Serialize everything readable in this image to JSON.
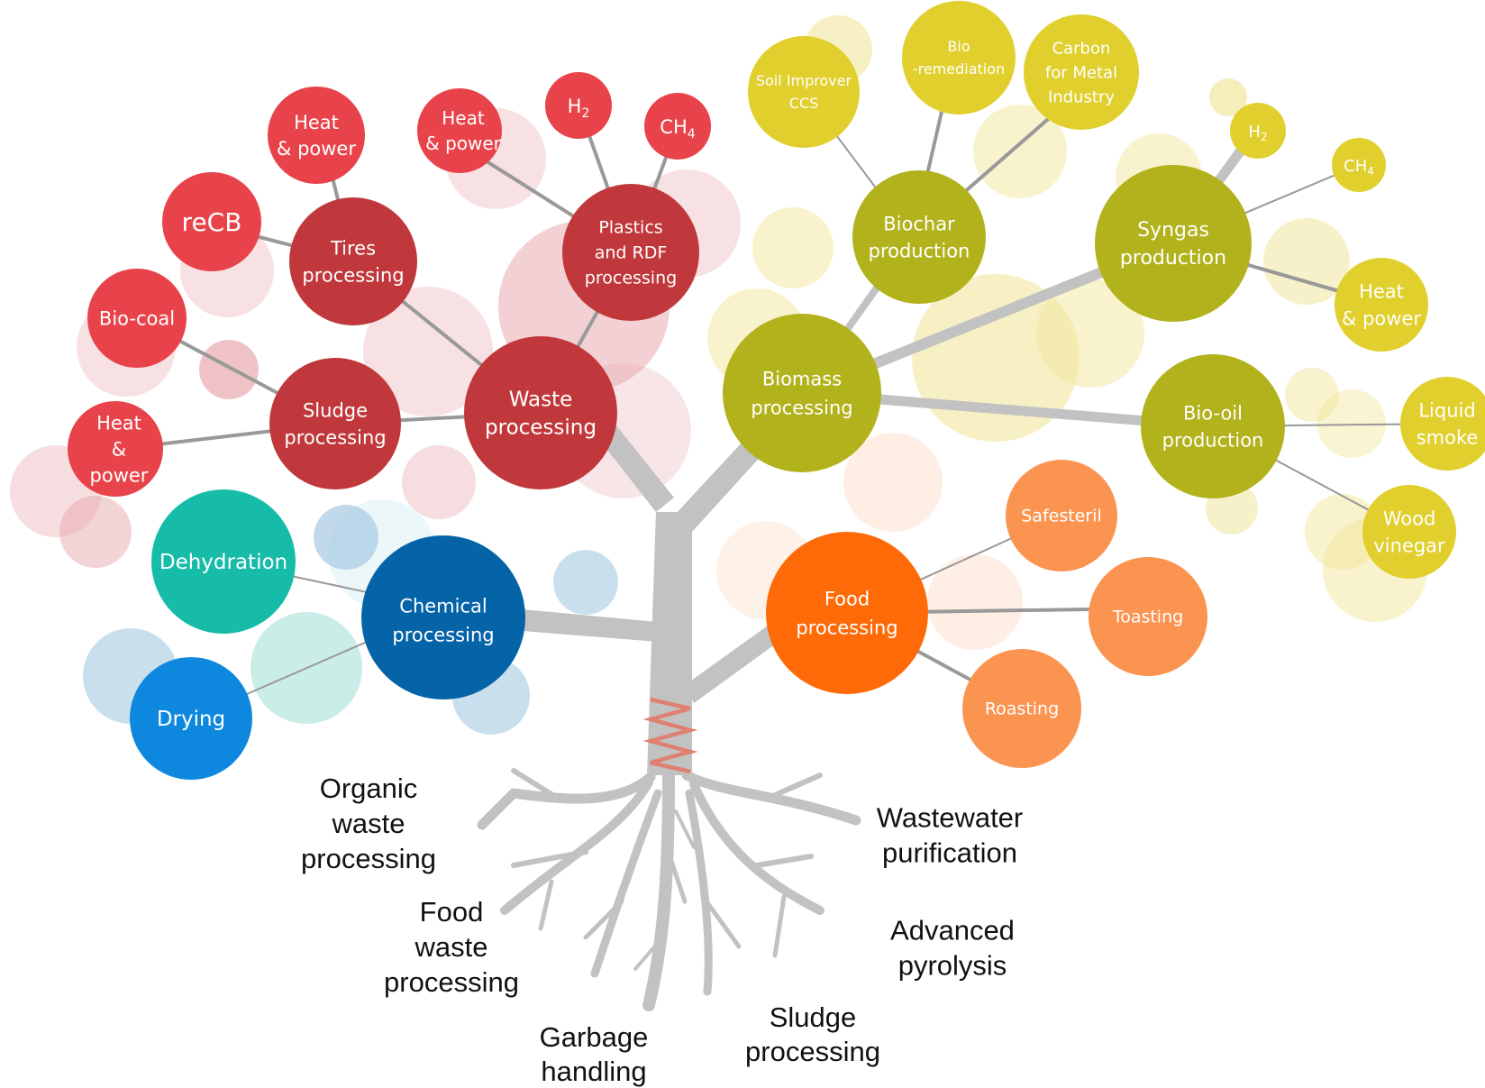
{
  "colors": {
    "trunk": "#c2c2c2",
    "branch": "#999999",
    "coil": "#e08070",
    "red_dark": "#c0383b",
    "red_light": "#e8434a",
    "red_ghost": "#e8a9ae",
    "olive": "#b2b21c",
    "yellow": "#e0cf2d",
    "yellow_ghost": "#f1e69c",
    "orange_dark": "#ff6a08",
    "orange_light": "#fb9450",
    "orange_ghost": "#fde0cd",
    "blue_dark": "#0563a8",
    "blue_light": "#0e88df",
    "teal": "#16bca7",
    "blue_ghost": "#a7c9e3",
    "teal_ghost": "#bde8e2"
  },
  "nodes": {
    "waste_processing": [
      "Waste",
      "processing"
    ],
    "tires_processing": [
      "Tires",
      "processing"
    ],
    "sludge_processing": [
      "Sludge",
      "processing"
    ],
    "plastics_rdf": [
      "Plastics",
      "and RDF",
      "processing"
    ],
    "tires_heat_power": [
      "Heat",
      "& power"
    ],
    "recb": [
      "reCB"
    ],
    "bio_coal": [
      "Bio-coal"
    ],
    "sludge_heat_power": [
      "Heat",
      "&",
      "power"
    ],
    "plastics_heat_power": [
      "Heat",
      "& power"
    ],
    "plastics_h2": {
      "main": "H",
      "sub": "2"
    },
    "plastics_ch4": {
      "main": "CH",
      "sub": "4"
    },
    "biomass_processing": [
      "Biomass",
      "processing"
    ],
    "biochar_production": [
      "Biochar",
      "production"
    ],
    "syngas_production": [
      "Syngas",
      "production"
    ],
    "biooil_production": [
      "Bio-oil",
      "production"
    ],
    "soil_improver": [
      "Soil Improver",
      "CCS"
    ],
    "bioremediation": [
      "Bio",
      "-remediation"
    ],
    "carbon_metal": [
      "Carbon",
      "for Metal",
      "Industry"
    ],
    "syngas_h2": {
      "main": "H",
      "sub": "2"
    },
    "syngas_ch4": {
      "main": "CH",
      "sub": "4"
    },
    "syngas_heat_power": [
      "Heat",
      "& power"
    ],
    "liquid_smoke": [
      "Liquid",
      "smoke"
    ],
    "wood_vinegar": [
      "Wood",
      "vinegar"
    ],
    "food_processing": [
      "Food",
      "processing"
    ],
    "safesteril": [
      "Safesteril"
    ],
    "toasting": [
      "Toasting"
    ],
    "roasting": [
      "Roasting"
    ],
    "chemical_processing": [
      "Chemical",
      "processing"
    ],
    "dehydration": [
      "Dehydration"
    ],
    "drying": [
      "Drying"
    ]
  },
  "roots": {
    "organic_waste": [
      "Organic",
      "waste",
      "processing"
    ],
    "food_waste": [
      "Food",
      "waste",
      "processing"
    ],
    "garbage": [
      "Garbage",
      "handling"
    ],
    "sludge": [
      "Sludge",
      "processing"
    ],
    "advanced_pyrolysis": [
      "Advanced",
      "pyrolysis"
    ],
    "wastewater": [
      "Wastewater",
      "purification"
    ]
  }
}
